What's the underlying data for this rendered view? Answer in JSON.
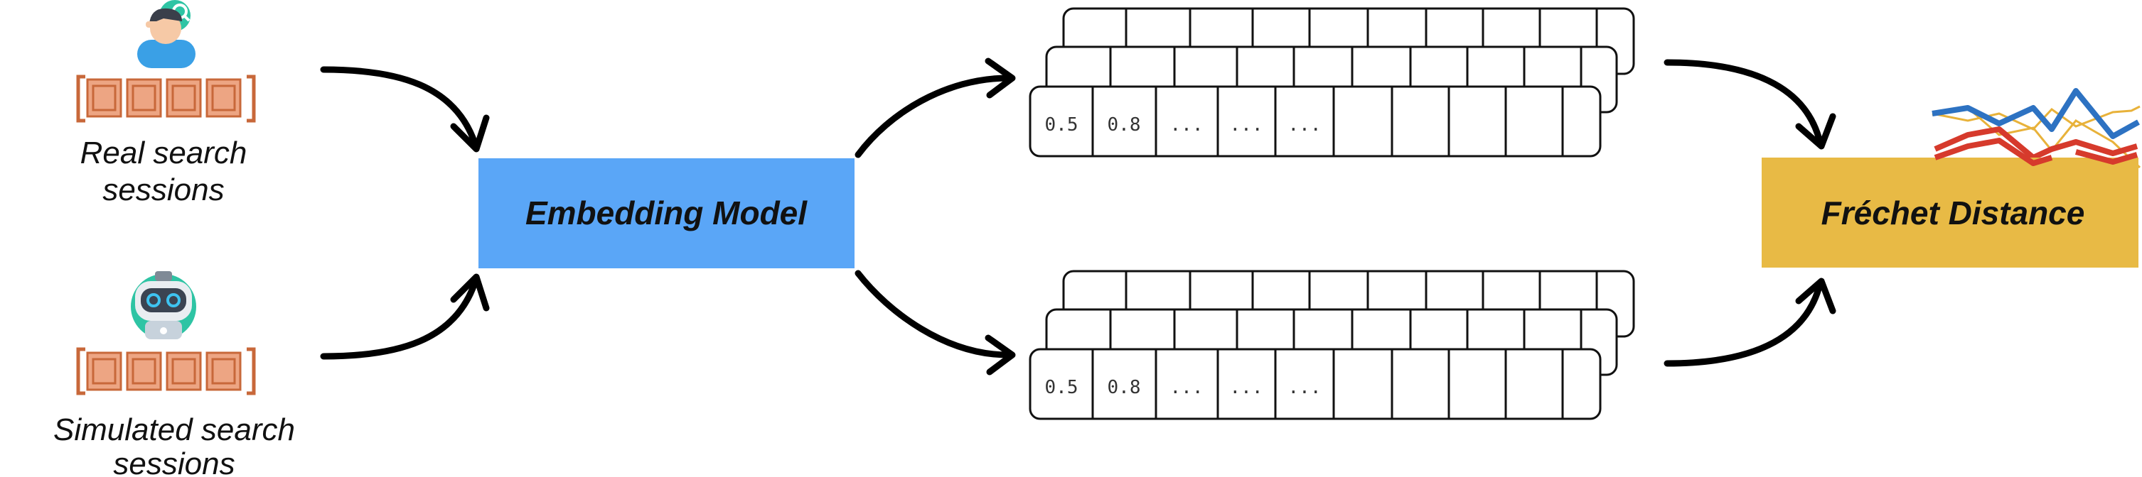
{
  "inputs": {
    "real": {
      "label_line1": "Real search",
      "label_line2": "sessions",
      "icon": "person-searching-icon"
    },
    "simulated": {
      "label_line1": "Simulated search",
      "label_line2": "sessions",
      "icon": "robot-icon"
    }
  },
  "embedding_model": {
    "label": "Embedding Model",
    "color": "#5aa6f7"
  },
  "frechet_distance": {
    "label": "Fréchet Distance",
    "color": "#e8ba45"
  },
  "vectors": {
    "top": [
      "0.5",
      "0.8",
      "...",
      "...",
      "...",
      "",
      "",
      "",
      "",
      ""
    ],
    "bottom": [
      "0.5",
      "0.8",
      "...",
      "...",
      "...",
      "",
      "",
      "",
      "",
      ""
    ]
  },
  "colors": {
    "session_square": "#eda583",
    "session_bracket": "#c8683a",
    "chart_blue": "#2d72c2",
    "chart_red": "#d63a2c",
    "chart_yellow": "#e8b23a"
  }
}
